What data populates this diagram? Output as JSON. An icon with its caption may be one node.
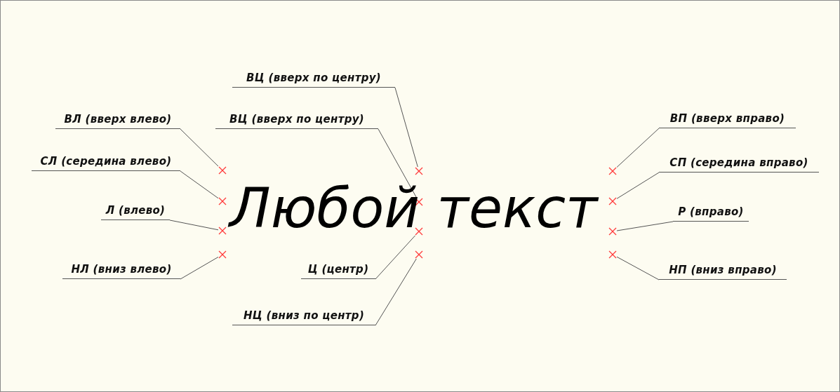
{
  "diagram": {
    "nodes": [
      {
        "text": [
          "ВЦ (вверх по центру)"
        ]
      },
      {
        "text": [
          "ВЛ (вверх влево)"
        ]
      },
      {
        "text": [
          "ВЦ (вверх по центру)"
        ]
      },
      {
        "text": [
          "ВП (вверх вправо)"
        ]
      },
      {
        "text": [
          "СЛ (середина влево)"
        ]
      },
      {
        "text": [
          "СП (середина вправо)"
        ]
      },
      {
        "text": [
          "Л (влево)"
        ]
      },
      {
        "text": [
          "Р (вправо)"
        ]
      },
      {
        "text": [
          "НЛ (вниз влево)"
        ]
      },
      {
        "text": [
          "Ц (центр)"
        ]
      },
      {
        "text": [
          "НП (вниз вправо)"
        ]
      },
      {
        "text": [
          "НЦ (вниз по центр)"
        ]
      },
      {
        "text": [],
        "shape": "cross"
      },
      {
        "text": [],
        "shape": "cross"
      },
      {
        "text": [],
        "shape": "cross"
      },
      {
        "text": [],
        "shape": "cross"
      },
      {
        "text": [],
        "shape": "cross"
      },
      {
        "text": [],
        "shape": "cross"
      },
      {
        "text": [],
        "shape": "cross"
      },
      {
        "text": [],
        "shape": "cross"
      },
      {
        "text": [],
        "shape": "cross"
      },
      {
        "text": [],
        "shape": "cross"
      },
      {
        "text": [],
        "shape": "cross"
      },
      {
        "text": [],
        "shape": "cross"
      }
    ],
    "edges": [
      {
        "from": 0,
        "to": 16,
        "arrow": "none"
      },
      {
        "from": 1,
        "to": 12,
        "arrow": "none"
      },
      {
        "from": 2,
        "to": 17,
        "arrow": "none"
      },
      {
        "from": 3,
        "to": 20,
        "arrow": "none"
      },
      {
        "from": 4,
        "to": 13,
        "arrow": "none"
      },
      {
        "from": 5,
        "to": 21,
        "arrow": "none"
      },
      {
        "from": 6,
        "to": 14,
        "arrow": "none"
      },
      {
        "from": 7,
        "to": 22,
        "arrow": "none"
      },
      {
        "from": 8,
        "to": 15,
        "arrow": "none"
      },
      {
        "from": 9,
        "to": 18,
        "arrow": "none"
      },
      {
        "from": 10,
        "to": 23,
        "arrow": "none"
      },
      {
        "from": 11,
        "to": 19,
        "arrow": "none"
      }
    ],
    "labels": [
      "Любой текст"
    ]
  }
}
